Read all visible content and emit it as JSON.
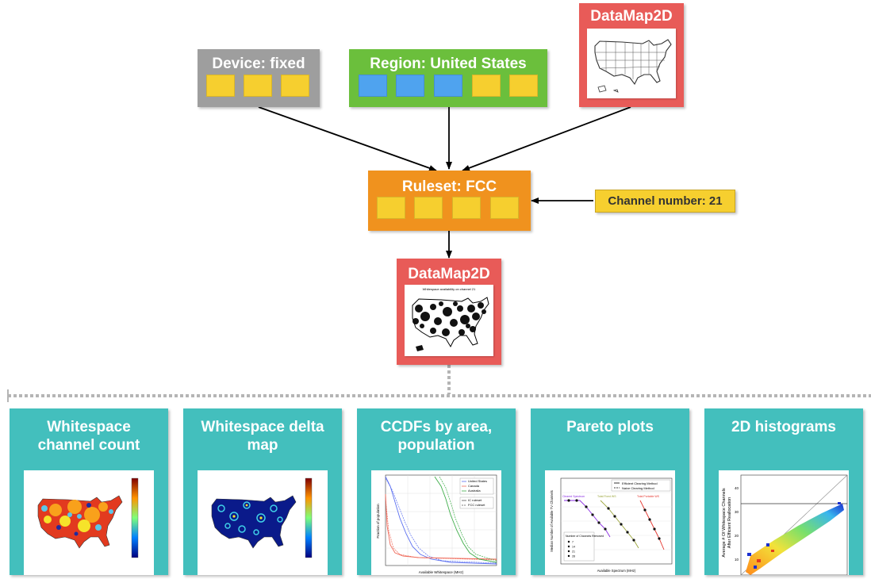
{
  "colors": {
    "device": "#9e9e9e",
    "region": "#6bbf3c",
    "datamap": "#e85b58",
    "ruleset": "#f0921e",
    "channel": "#f6cf2f",
    "panel": "#43bfbd",
    "tile_yellow": "#f6cf2f",
    "tile_blue": "#4fa3ef"
  },
  "inputs": {
    "device": {
      "title": "Device: fixed",
      "tiles": [
        "yellow",
        "yellow",
        "yellow"
      ]
    },
    "region": {
      "title": "Region: United States",
      "tiles": [
        "blue",
        "blue",
        "blue",
        "yellow",
        "yellow"
      ]
    },
    "datamap_in": {
      "title": "DataMap2D"
    }
  },
  "ruleset": {
    "title": "Ruleset: FCC",
    "tiles": [
      "yellow",
      "yellow",
      "yellow",
      "yellow"
    ]
  },
  "channel": {
    "label": "Channel number: 21"
  },
  "datamap_out": {
    "title": "DataMap2D",
    "map_caption": "Whitespace availability on channel 21"
  },
  "panels": [
    {
      "title_line1": "Whitespace",
      "title_line2": "channel count",
      "icon": "us-heatmap-icon"
    },
    {
      "title_line1": "Whitespace delta",
      "title_line2": "map",
      "icon": "us-delta-map-icon"
    },
    {
      "title_line1": "CCDFs by area,",
      "title_line2": "population",
      "icon": "ccdf-plot-icon",
      "legend": [
        "United States",
        "Canada",
        "Australia"
      ],
      "legend2": [
        "IC ruleset",
        "FCC ruleset"
      ],
      "xlabel": "Available Whitespace (MHz)",
      "ylabel": "Fraction of population"
    },
    {
      "title_line1": "Pareto plots",
      "title_line2": "",
      "icon": "pareto-plot-icon",
      "legend": [
        "Efficient Clearing Method",
        "Naive Clearing Method"
      ],
      "labels": [
        "Cleared Spectrum",
        "Total Fixed WS",
        "Total Portable WS"
      ],
      "box_title": "Number of Channels Removed",
      "box_items": [
        "7",
        "14",
        "21",
        "28"
      ],
      "xlabel": "Available Spectrum (MHz)",
      "ylabel": "Median Number of Available TV Channels"
    },
    {
      "title_line1": "2D histograms",
      "title_line2": "",
      "icon": "histogram-2d-icon",
      "ylabel_line1": "Average # Of Whitespace Channels",
      "ylabel_line2": "After Efficient Reallocation",
      "yticks": [
        "40",
        "30",
        "20",
        "10"
      ]
    }
  ]
}
